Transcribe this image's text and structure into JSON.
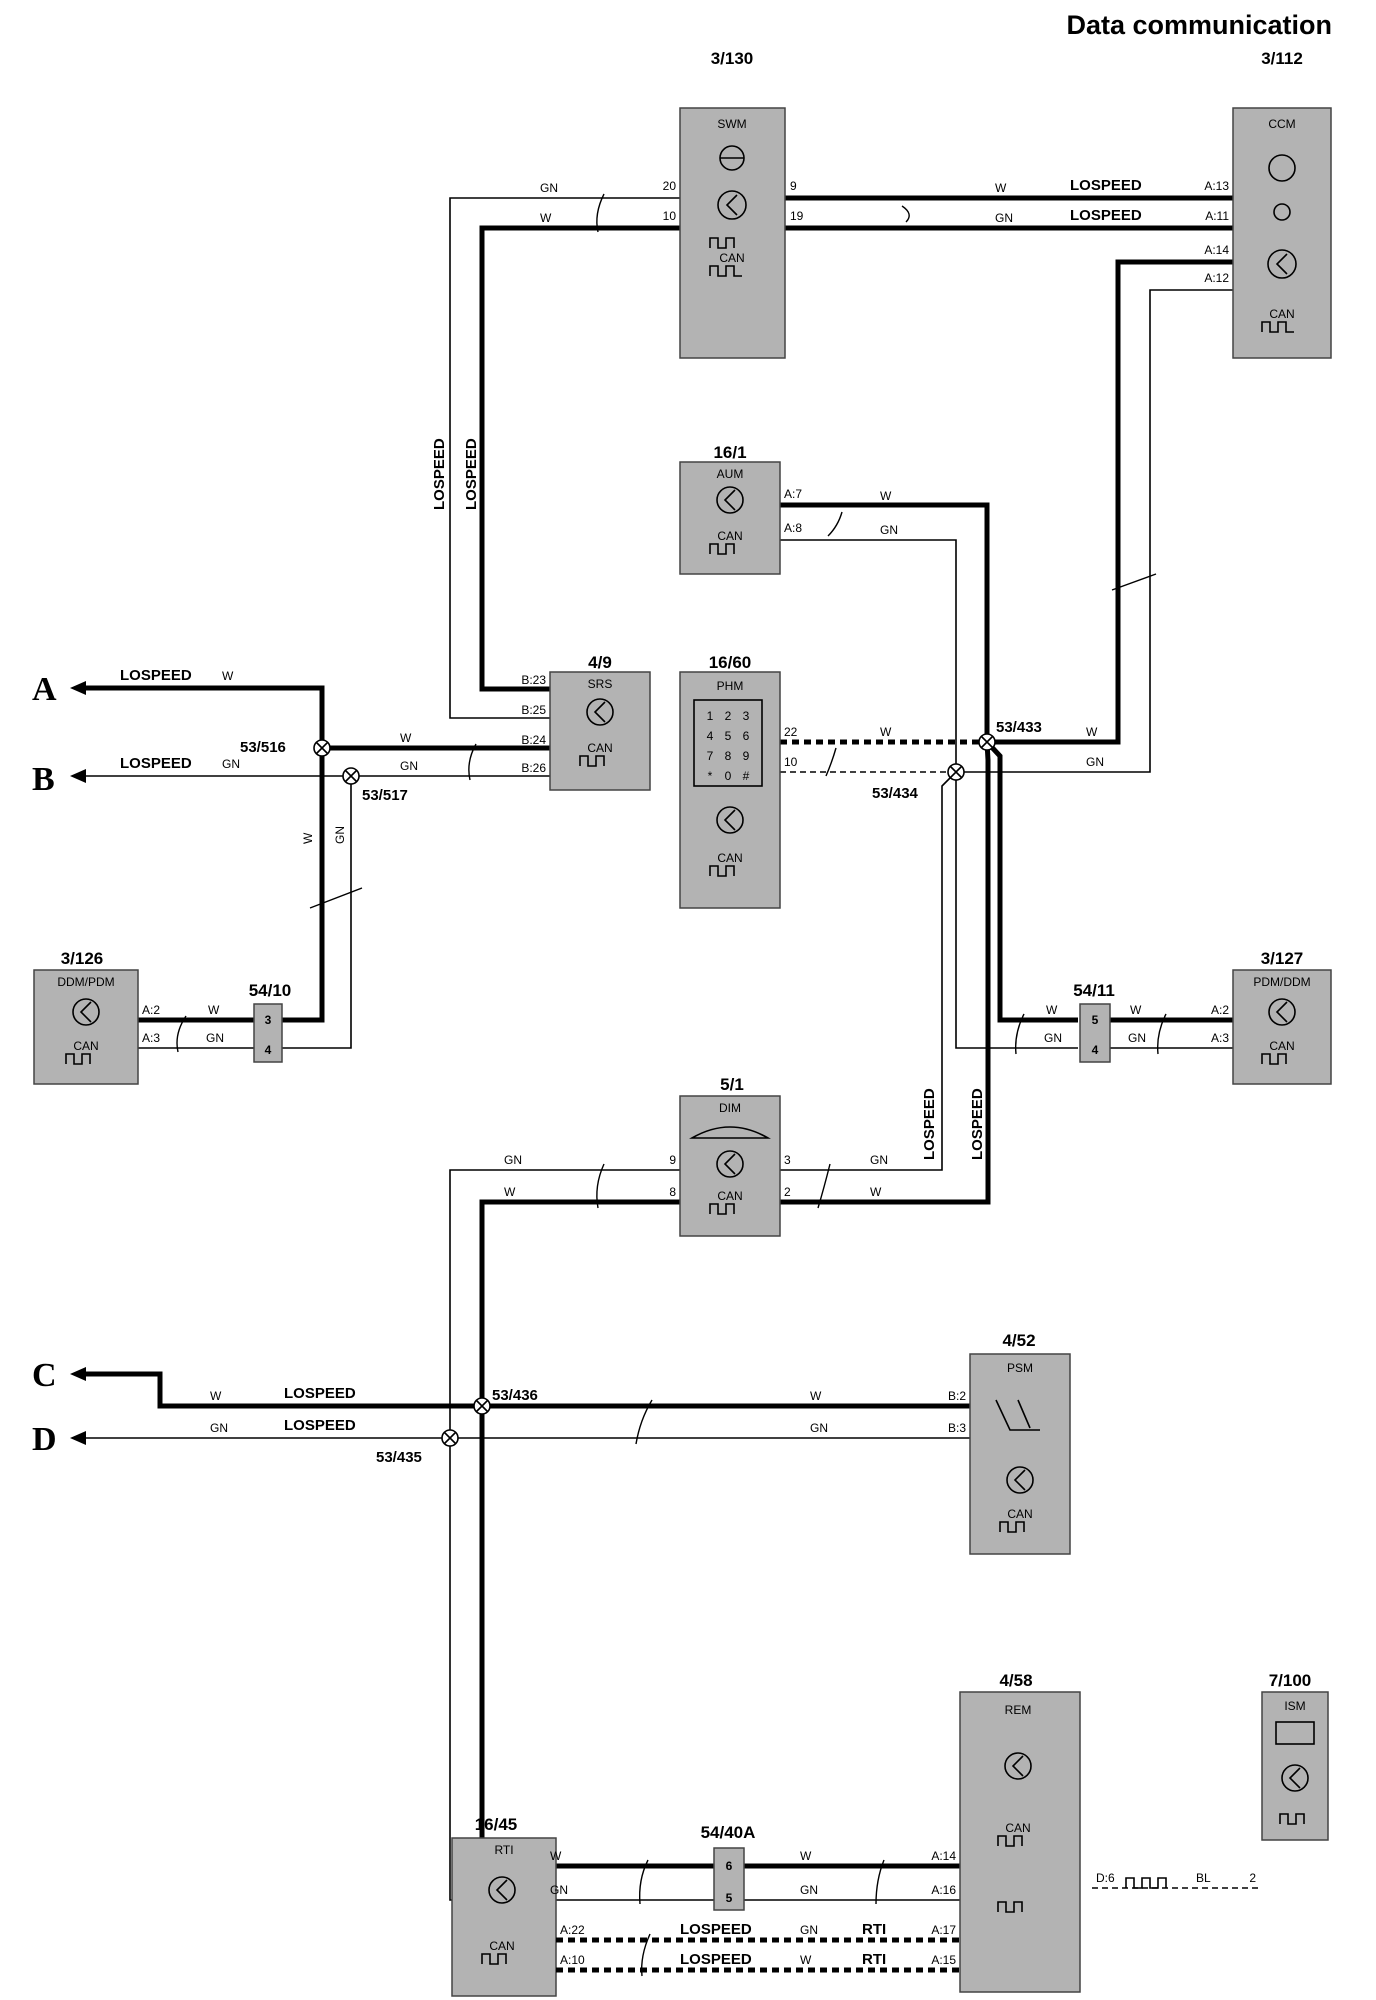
{
  "title": "Data communication",
  "bus_label": "LOSPEED",
  "rti_label": "RTI",
  "can_label": "CAN",
  "colors": {
    "module_fill": "#b3b3b3",
    "wire": "#000000",
    "background": "#ffffff"
  },
  "modules": {
    "swm": {
      "id": "3/130",
      "name": "SWM"
    },
    "ccm": {
      "id": "3/112",
      "name": "CCM"
    },
    "aum": {
      "id": "16/1",
      "name": "AUM"
    },
    "srs": {
      "id": "4/9",
      "name": "SRS"
    },
    "phm": {
      "id": "16/60",
      "name": "PHM"
    },
    "ddm": {
      "id": "3/126",
      "name": "DDM/PDM"
    },
    "pdm": {
      "id": "3/127",
      "name": "PDM/DDM"
    },
    "dim": {
      "id": "5/1",
      "name": "DIM"
    },
    "psm": {
      "id": "4/52",
      "name": "PSM"
    },
    "rem": {
      "id": "4/58",
      "name": "REM"
    },
    "ism": {
      "id": "7/100",
      "name": "ISM"
    },
    "rti": {
      "id": "16/45",
      "name": "RTI"
    }
  },
  "connectors": {
    "c5410": {
      "id": "54/10",
      "pins": [
        "3",
        "4"
      ]
    },
    "c5411": {
      "id": "54/11",
      "pins": [
        "5",
        "4"
      ]
    },
    "c5440a": {
      "id": "54/40A",
      "pins": [
        "6",
        "5"
      ]
    }
  },
  "splices": {
    "s53516": "53/516",
    "s53517": "53/517",
    "s53433": "53/433",
    "s53434": "53/434",
    "s53436": "53/436",
    "s53435": "53/435"
  },
  "endpoints": {
    "a": "A",
    "b": "B",
    "c": "C",
    "d": "D"
  },
  "pins": {
    "swm_20": "20",
    "swm_10": "10",
    "swm_9": "9",
    "swm_19": "19",
    "ccm_a13": "A:13",
    "ccm_a11": "A:11",
    "ccm_a14": "A:14",
    "ccm_a12": "A:12",
    "aum_a7": "A:7",
    "aum_a8": "A:8",
    "srs_b23": "B:23",
    "srs_b25": "B:25",
    "srs_b24": "B:24",
    "srs_b26": "B:26",
    "phm_22": "22",
    "phm_10": "10",
    "ddm_a2": "A:2",
    "ddm_a3": "A:3",
    "pdm_a2": "A:2",
    "pdm_a3": "A:3",
    "dim_9": "9",
    "dim_8": "8",
    "dim_3": "3",
    "dim_2": "2",
    "psm_b2": "B:2",
    "psm_b3": "B:3",
    "rem_a14": "A:14",
    "rem_a16": "A:16",
    "rem_d6": "D:6",
    "rem_a17": "A:17",
    "rem_a15": "A:15",
    "ism_2": "2",
    "rti_a22": "A:22",
    "rti_a10": "A:10"
  },
  "wire_colors": {
    "gn": "GN",
    "w": "W",
    "bl": "BL"
  },
  "phm_keypad": [
    "1",
    "2",
    "3",
    "4",
    "5",
    "6",
    "7",
    "8",
    "9",
    "*",
    "0",
    "#"
  ]
}
